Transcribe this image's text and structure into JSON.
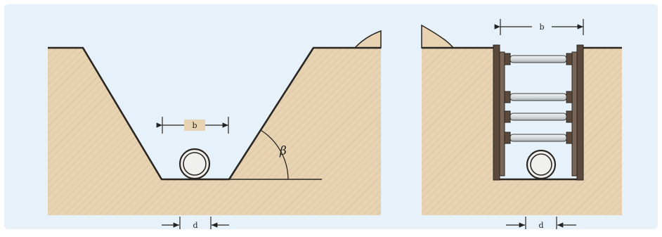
{
  "colors": {
    "panel_bg": "#e6f1f9",
    "soil": "#e7d2b2",
    "soil_hatch": "#d8c09c",
    "outline": "#2a2622",
    "timber": "#5b4a3c",
    "strut": "#e3e6e6",
    "pipe": "#f0f0ee"
  },
  "figures": [
    {
      "name": "open-cut-trench",
      "labels": {
        "width": "b",
        "angle": "β",
        "diameter": "d"
      }
    },
    {
      "name": "shored-trench",
      "labels": {
        "width": "b",
        "diameter": "d"
      },
      "strut_count": 4
    }
  ]
}
